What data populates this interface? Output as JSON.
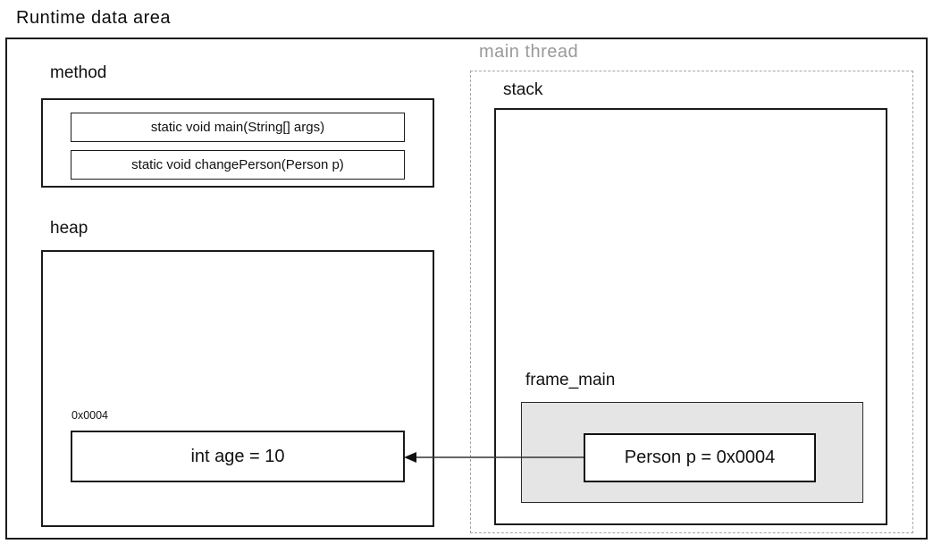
{
  "title": "Runtime data area",
  "method": {
    "label": "method",
    "entries": [
      "static void main(String[] args)",
      "static void changePerson(Person p)"
    ]
  },
  "heap": {
    "label": "heap",
    "object": {
      "address_label": "0x0004",
      "text": "int age = 10"
    }
  },
  "main_thread": {
    "label": "main thread",
    "stack": {
      "label": "stack",
      "frame": {
        "label": "frame_main",
        "variable_text": "Person p = 0x0004"
      }
    }
  },
  "arrow": {
    "name": "reference-arrow",
    "from": "Person p = 0x0004",
    "to": "0x0004"
  },
  "colors": {
    "background": "#ffffff",
    "box_border": "#1b1b1b",
    "dashed_border": "#a6a6a6",
    "thread_label_gray": "#999999",
    "frame_fill": "#e5e5e5",
    "arrow": "#333333"
  }
}
